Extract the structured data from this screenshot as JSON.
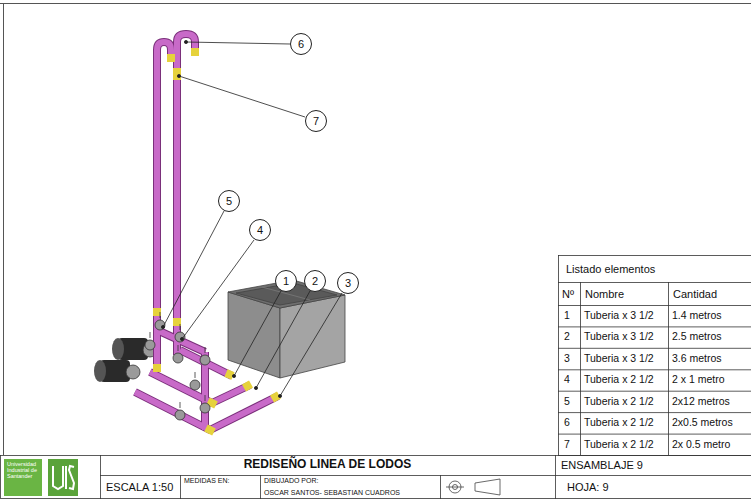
{
  "diagram": {
    "title": "REDISEÑO LINEA DE LODOS",
    "nodes": [
      {
        "text": [
          "6"
        ]
      },
      {
        "text": [
          "7"
        ]
      },
      {
        "text": [
          "5"
        ]
      },
      {
        "text": [
          "4"
        ]
      },
      {
        "text": [
          "1"
        ]
      },
      {
        "text": [
          "2"
        ]
      },
      {
        "text": [
          "3"
        ]
      }
    ],
    "labels": [
      "Listado elementos",
      "Nº",
      "Nombre",
      "Cantidad",
      "1",
      "Tuberia x 3 1/2",
      "1.4 metros",
      "2",
      "Tuberia x 3 1/2",
      "2.5 metros",
      "3",
      "Tuberia x 3 1/2",
      "3.6 metros",
      "4",
      "Tuberia x 2 1/2",
      "2 x 1 metro",
      "5",
      "Tuberia x 2 1/2",
      "2x12 metros",
      "6",
      "Tuberia x 2 1/2",
      "2x0.5 metros",
      "7",
      "Tuberia x 2 1/2",
      "2x 0.5 metro",
      "Universidad Industrial de Santander",
      "ESCALA 1:50",
      "MEDIDAS EN:",
      "DIBUJADO POR:",
      "OSCAR SANTOS- SEBASTIAN CUADROS",
      "ENSAMBLAJE 9",
      "HOJA: 9"
    ]
  }
}
